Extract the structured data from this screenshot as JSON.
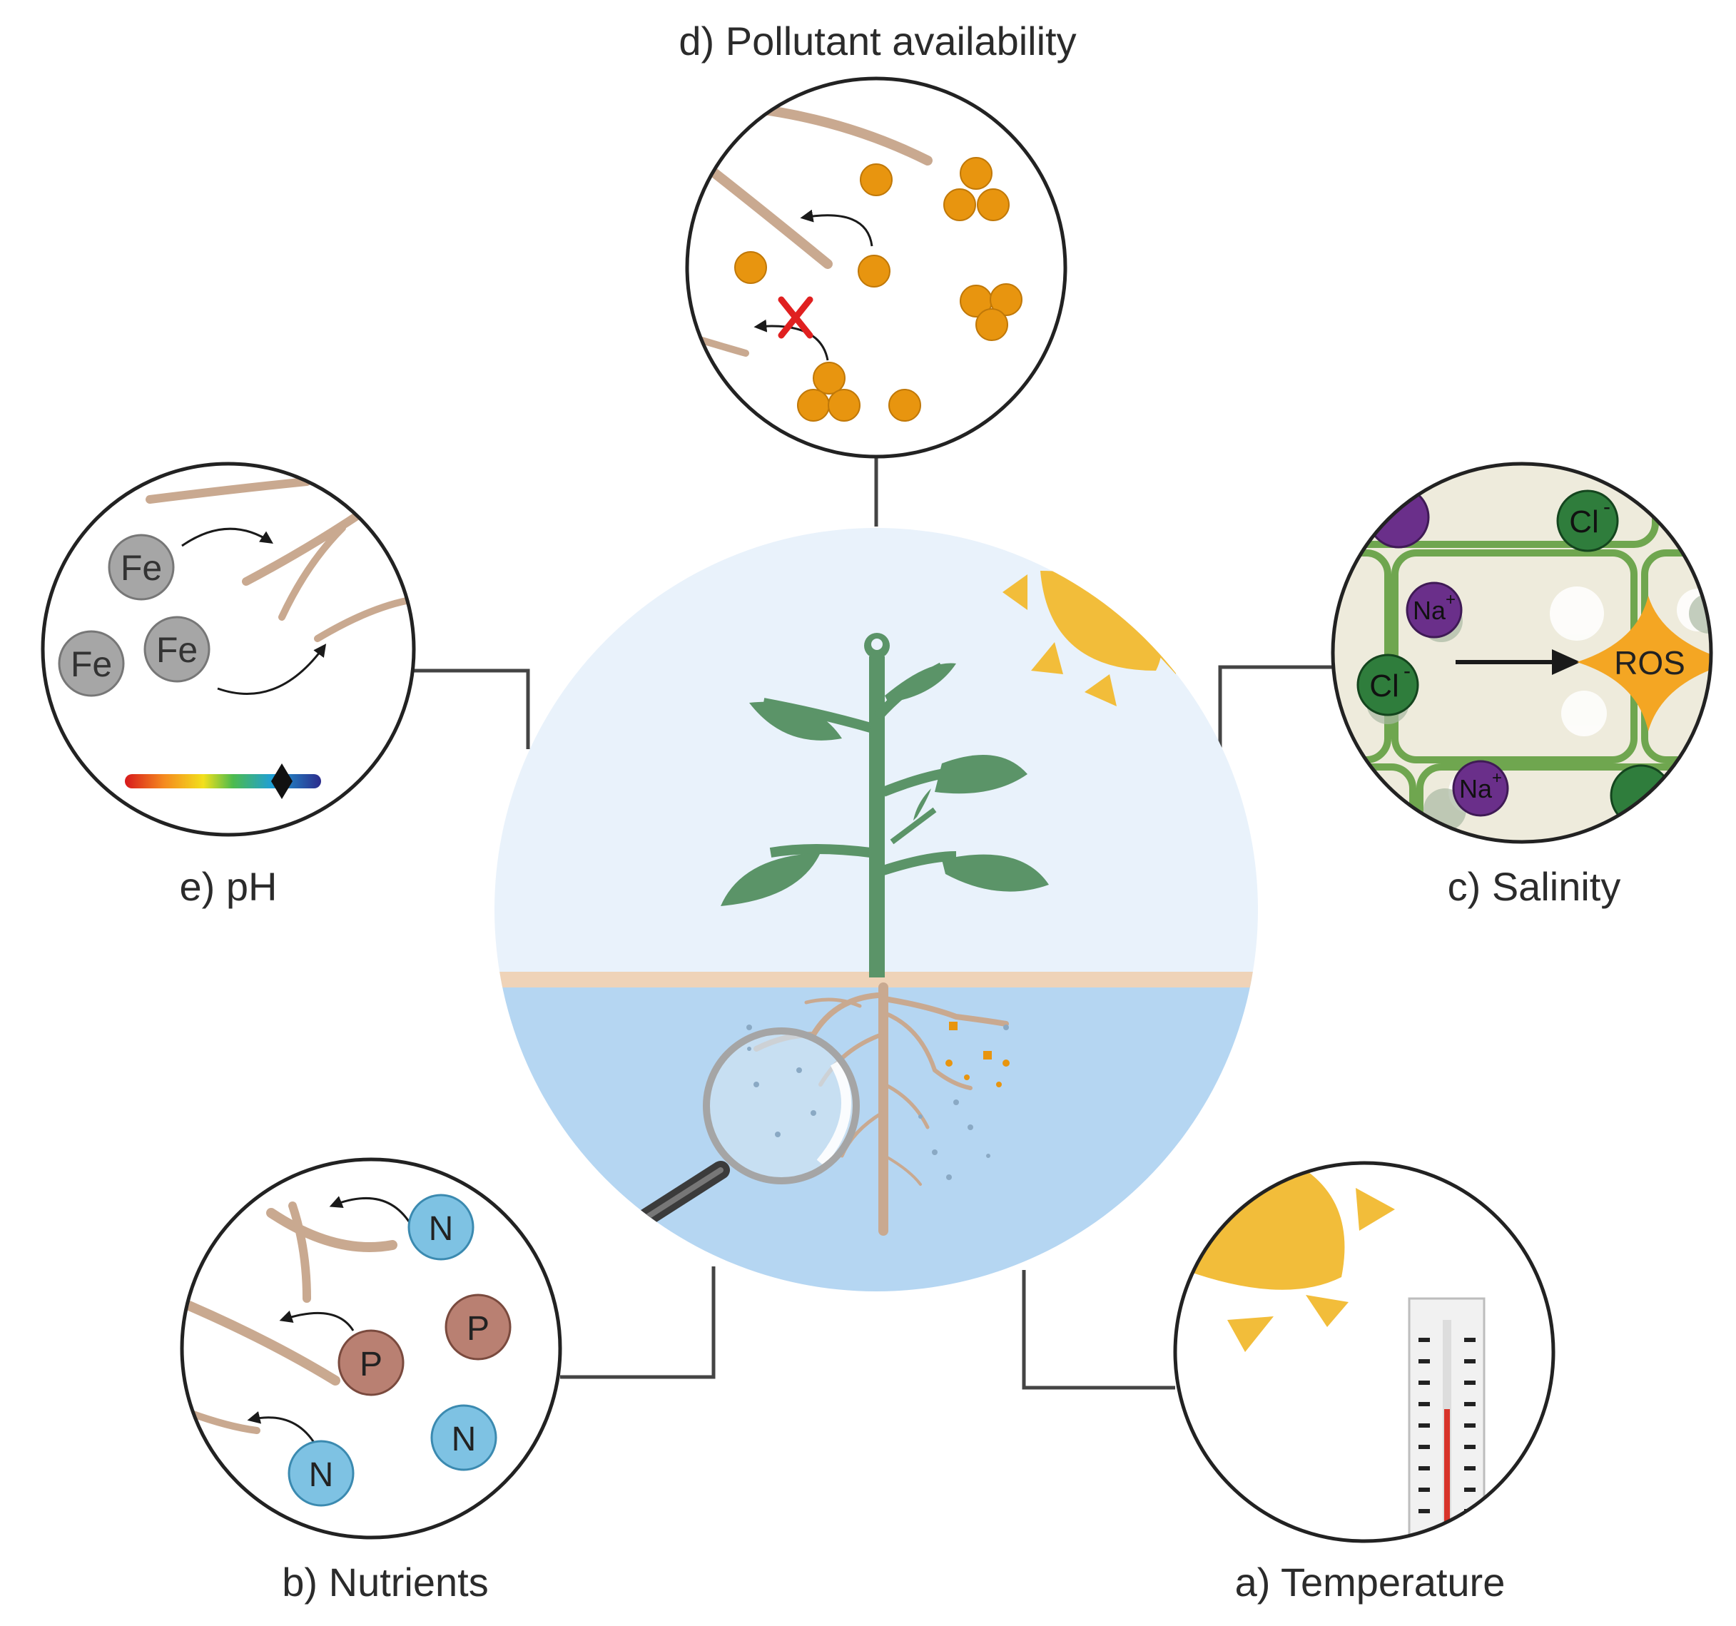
{
  "labels": {
    "temperature": "a) Temperature",
    "nutrients": "b) Nutrients",
    "salinity": "c) Salinity",
    "pollutant": "d) Pollutant availability",
    "ph": "e) pH"
  },
  "ions": {
    "fe": "Fe",
    "n": "N",
    "p": "P",
    "cl": "Cl",
    "na": "Na",
    "na_charge": "+",
    "cl_charge": "-",
    "ros": "ROS"
  },
  "colors": {
    "sky": "#e9f2fb",
    "water": "#b5d6f2",
    "soil_line": "#efd3b8",
    "plant": "#5b9468",
    "root": "#c9a990",
    "sun": "#f2bd3a",
    "pollutant": "#e8950f",
    "iron": "#a6a6a6",
    "nitrogen": "#7ec2e3",
    "phosphorus": "#b98072",
    "chloride": "#2f7d3c",
    "sodium": "#6a2f8a",
    "ros": "#f4a623",
    "cell_wall": "#6fa64f",
    "cell_bg": "#eeebdc",
    "thermometer_red": "#d8342a"
  }
}
